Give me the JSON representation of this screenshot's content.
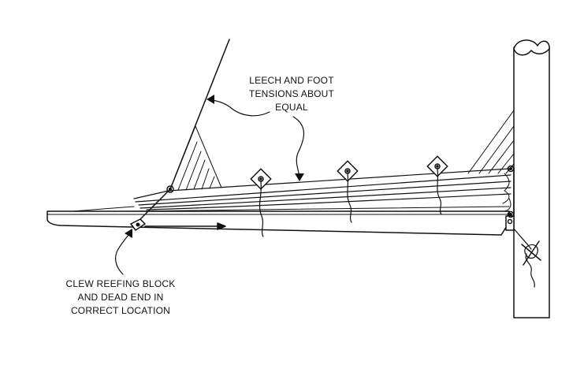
{
  "diagram": {
    "callout_top": {
      "lines": [
        "LEECH AND FOOT",
        "TENSIONS ABOUT",
        "EQUAL"
      ]
    },
    "callout_bottom": {
      "lines": [
        "CLEW REEFING BLOCK",
        "AND DEAD END IN",
        "CORRECT LOCATION"
      ]
    }
  }
}
